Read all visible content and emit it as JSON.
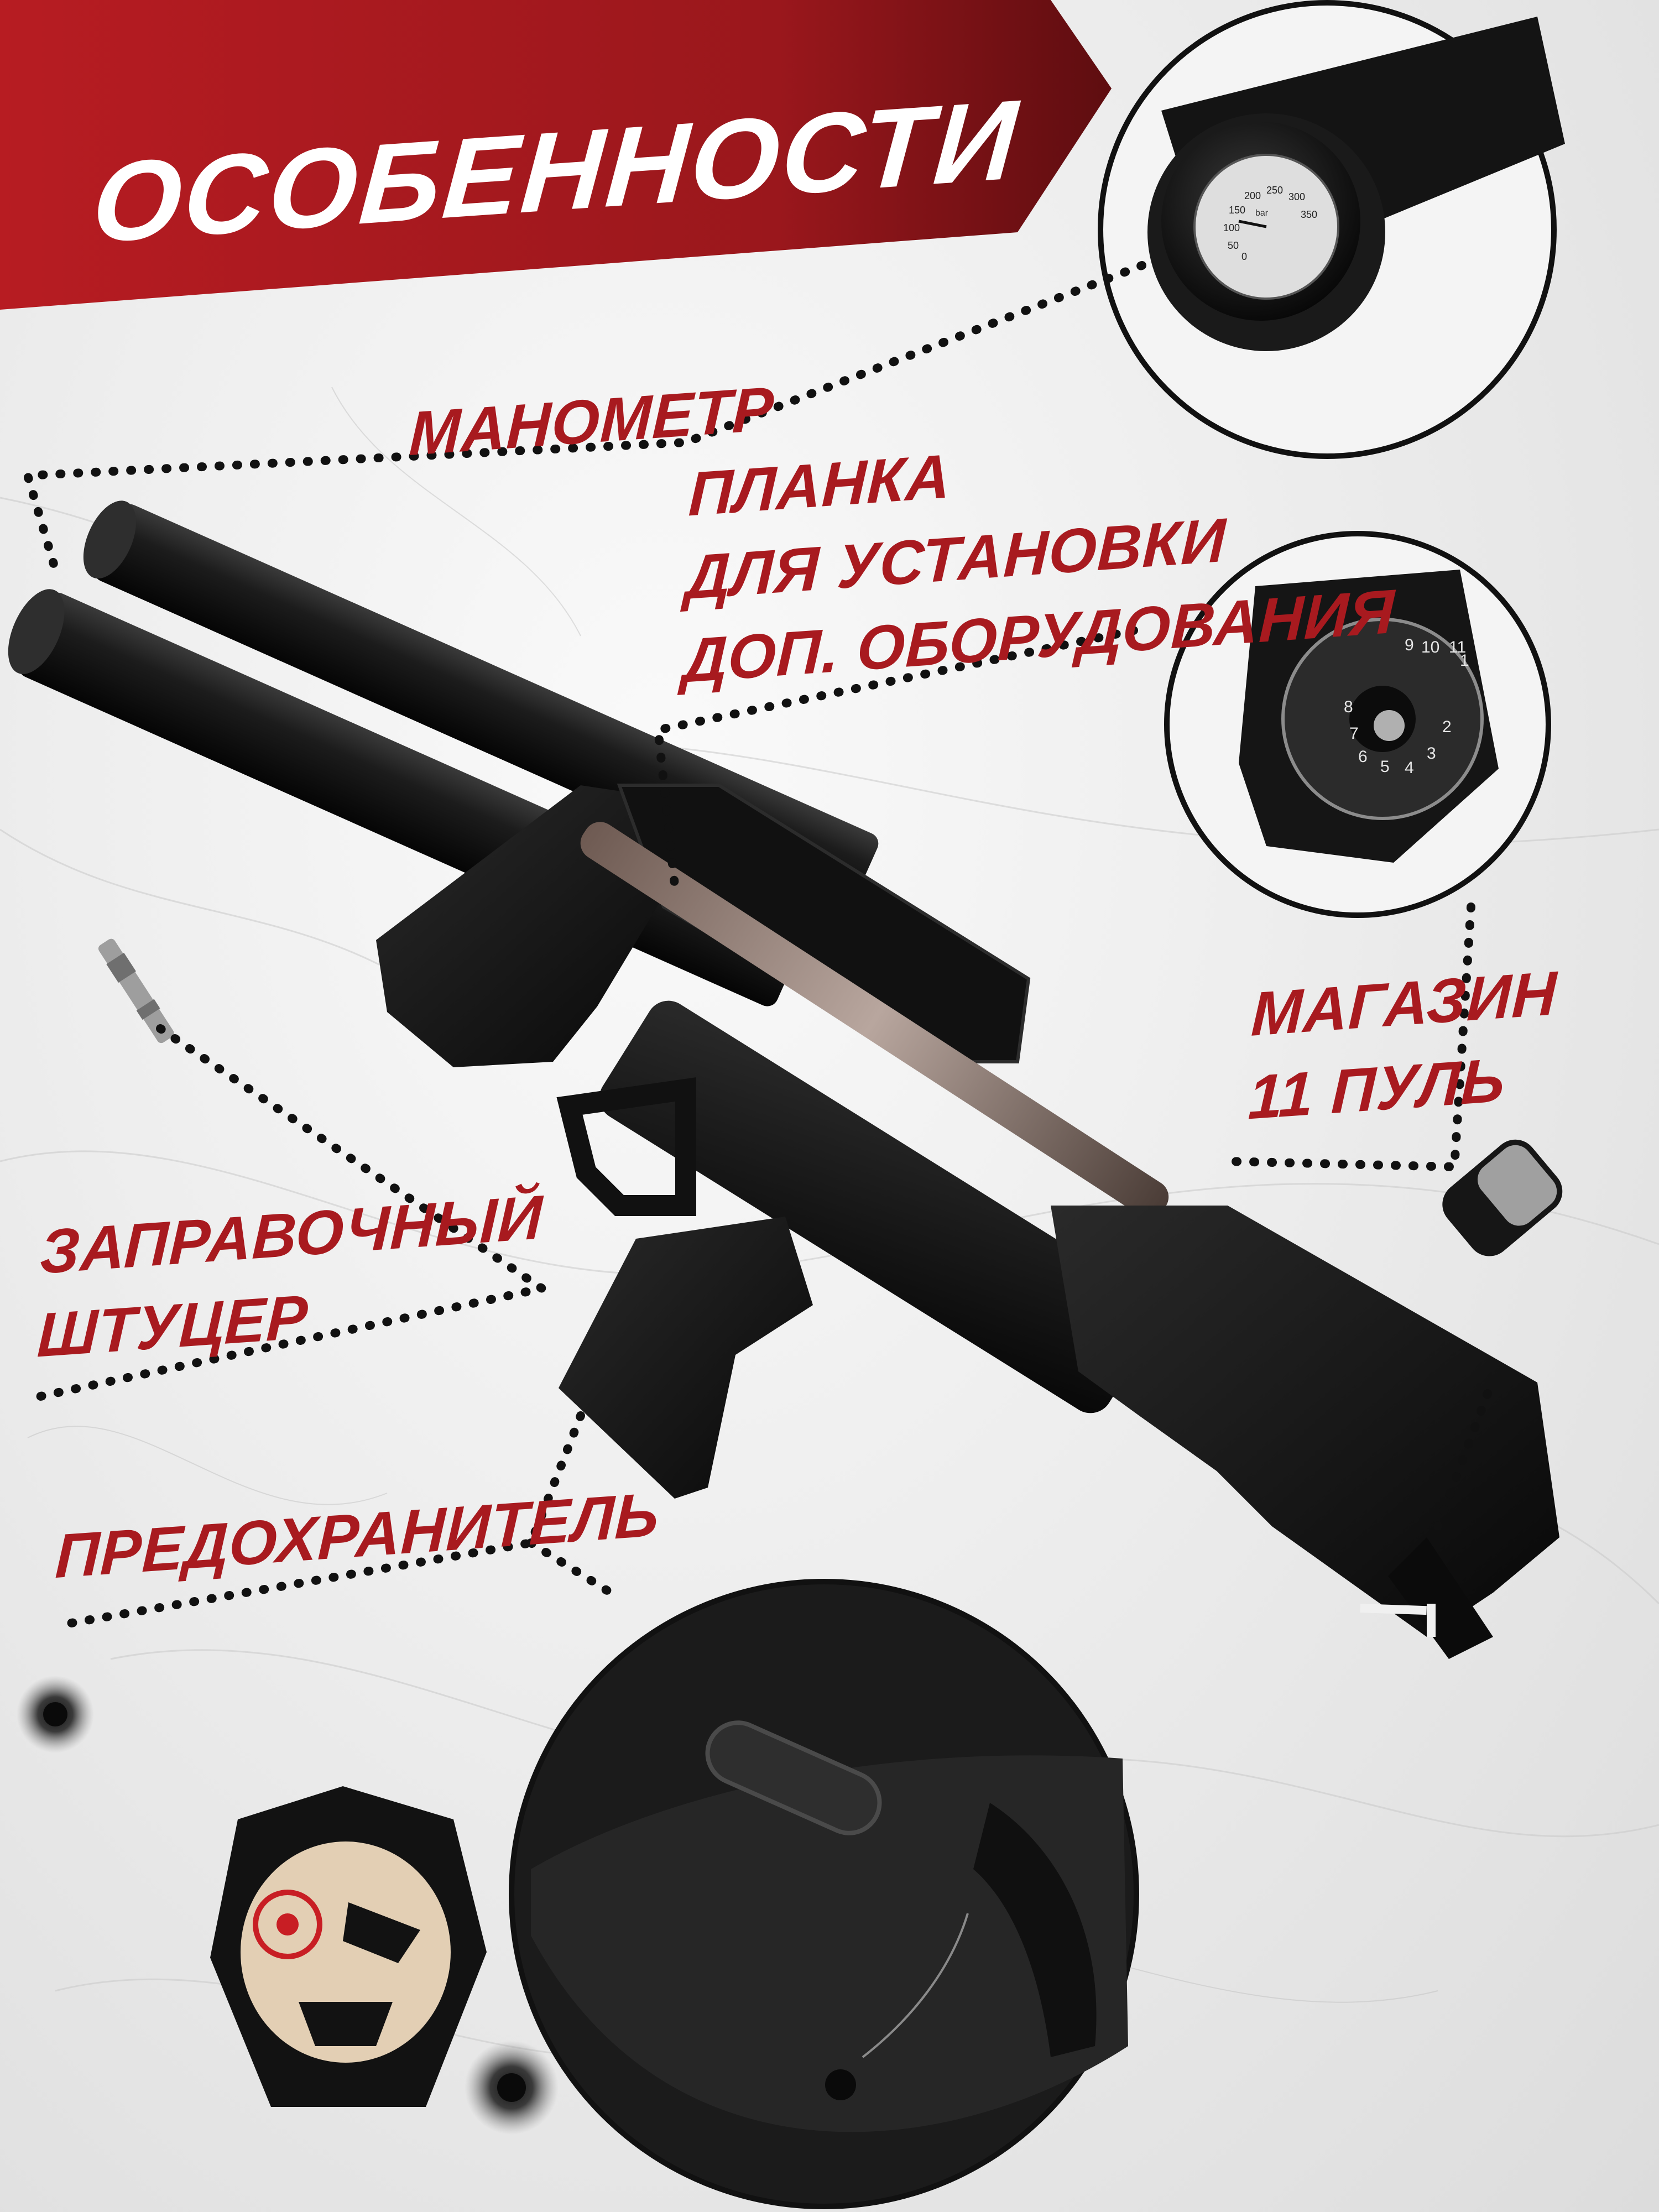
{
  "banner": {
    "title": "ОСОБЕННОСТИ",
    "color": "#a81a1f"
  },
  "accent_color": "#a81a1f",
  "features": {
    "gauge": {
      "label": "МАНОМЕТР"
    },
    "rail": {
      "lines": [
        "ПЛАНКА",
        "ДЛЯ УСТАНОВКИ",
        "ДОП. ОБОРУДОВАНИЯ"
      ]
    },
    "magazine": {
      "lines": [
        "МАГАЗИН",
        "11 ПУЛЬ"
      ]
    },
    "fill_nipple": {
      "lines": [
        "ЗАПРАВОЧНЫЙ",
        "ШТУЦЕР"
      ]
    },
    "safety": {
      "label": "ПРЕДОХРАНИТЕЛЬ"
    }
  },
  "gauge_dial": {
    "scale": [
      "0",
      "50",
      "100",
      "150",
      "200",
      "250",
      "300",
      "350"
    ],
    "unit": "bar"
  },
  "magazine_dial": {
    "numbers": [
      "1",
      "2",
      "3",
      "4",
      "5",
      "6",
      "7",
      "8",
      "9",
      "10",
      "11"
    ]
  },
  "icons": [
    "pressure-gauge-closeup",
    "magazine-closeup",
    "safety-button-closeup",
    "lion-shield-logo",
    "bullet-hole-icon"
  ]
}
